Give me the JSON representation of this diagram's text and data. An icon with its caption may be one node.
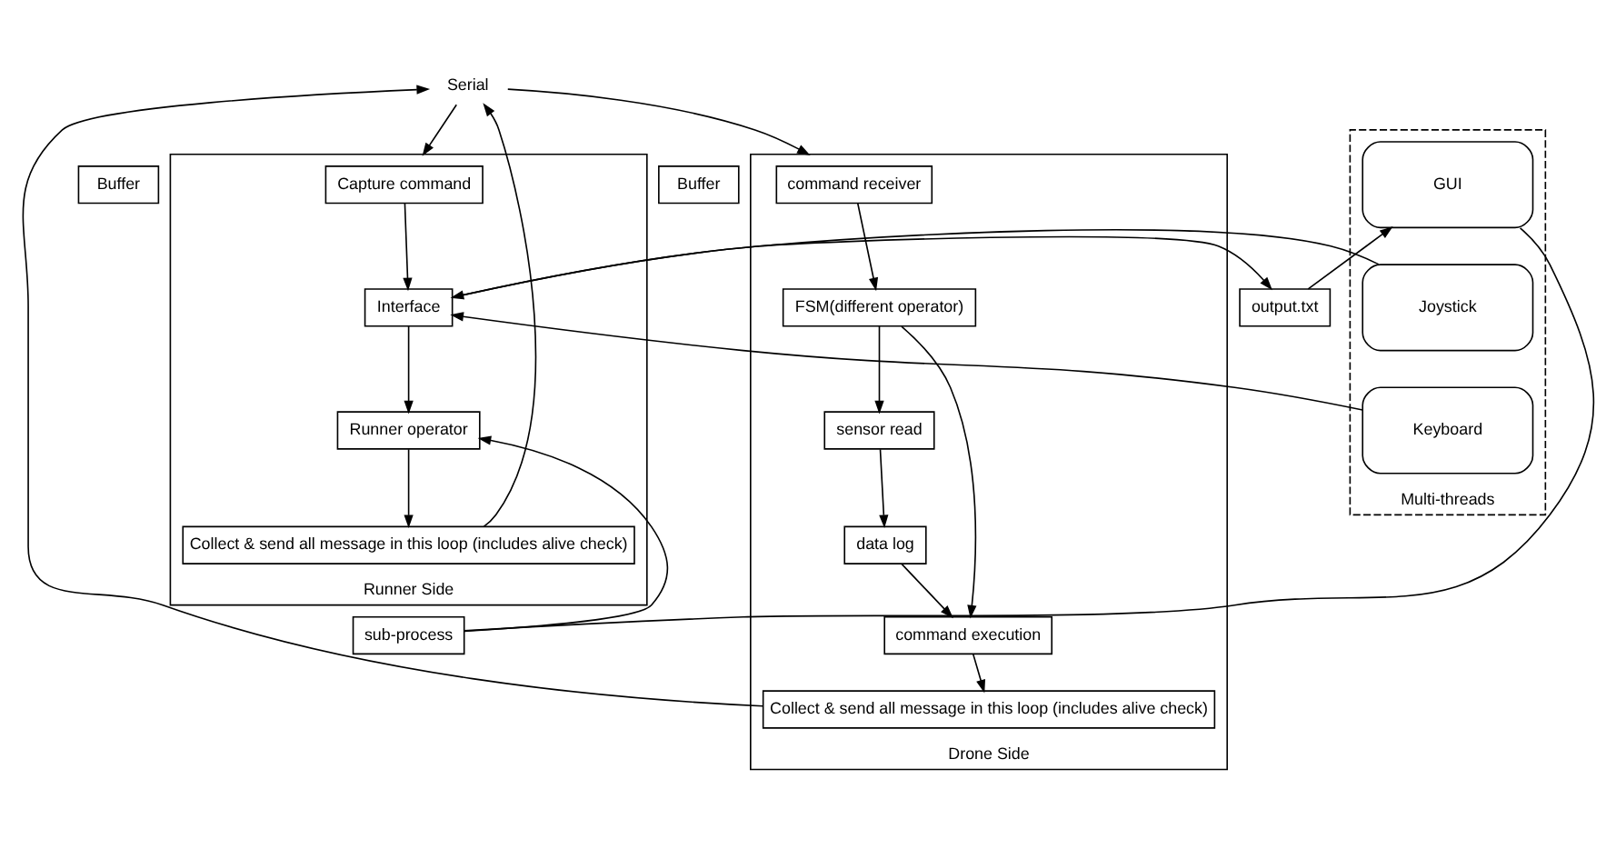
{
  "diagram": {
    "nodes": [
      {
        "text": [
          "Serial"
        ]
      },
      {
        "text": [
          "Drone Side"
        ]
      },
      {
        "text": [
          "Buffer"
        ]
      },
      {
        "text": [
          "command receiver"
        ],
        "in": 1
      },
      {
        "text": [
          "FSM(different operator)"
        ],
        "in": 1
      },
      {
        "text": [
          "sensor read"
        ],
        "in": 1
      },
      {
        "text": [
          "data log"
        ],
        "in": 1
      },
      {
        "text": [
          "command execution"
        ],
        "in": 1
      },
      {
        "text": [
          "Collect & send all message in this loop (includes alive check)"
        ],
        "in": 1
      },
      {
        "text": [
          "Runner Side"
        ]
      },
      {
        "text": [
          "Buffer"
        ]
      },
      {
        "text": [
          "Capture command"
        ],
        "in": 9
      },
      {
        "text": [
          "Interface"
        ],
        "in": 9
      },
      {
        "text": [
          "Runner operator"
        ],
        "in": 9
      },
      {
        "text": [
          "Collect & send all message in this loop (includes alive check)"
        ],
        "in": 9
      },
      {
        "text": [
          "output.txt"
        ]
      },
      {
        "text": [
          "Multi-threads"
        ]
      },
      {
        "text": [
          "GUI"
        ],
        "in": 16
      },
      {
        "text": [
          "Joystick"
        ],
        "in": 16
      },
      {
        "text": [
          "Keyboard"
        ],
        "in": 16
      },
      {
        "text": [
          "sub-process"
        ]
      }
    ],
    "edges": [
      {
        "from": 0,
        "to": 1,
        "arrow": "to"
      },
      {
        "from": 8,
        "to": 0,
        "arrow": "to"
      },
      {
        "from": 3,
        "to": 4,
        "arrow": "to"
      },
      {
        "from": 4,
        "to": 5,
        "arrow": "to"
      },
      {
        "from": 5,
        "to": 6,
        "arrow": "to"
      },
      {
        "from": 6,
        "to": 7,
        "arrow": "to"
      },
      {
        "from": 4,
        "to": 7,
        "arrow": "to"
      },
      {
        "from": 7,
        "to": 8,
        "arrow": "to"
      },
      {
        "from": 0,
        "to": 9,
        "arrow": "to"
      },
      {
        "from": 14,
        "to": 0,
        "arrow": "to"
      },
      {
        "from": 11,
        "to": 12,
        "arrow": "to"
      },
      {
        "from": 12,
        "to": 13,
        "arrow": "to"
      },
      {
        "from": 13,
        "to": 14,
        "arrow": "to"
      },
      {
        "from": 12,
        "to": 15,
        "arrow": "to"
      },
      {
        "from": 15,
        "to": 17,
        "arrow": "to"
      },
      {
        "from": 18,
        "to": 12,
        "arrow": "to"
      },
      {
        "from": 19,
        "to": 12,
        "arrow": "to"
      },
      {
        "from": 17,
        "to": 20,
        "arrow": "none"
      },
      {
        "from": 20,
        "to": 13,
        "arrow": "to"
      }
    ]
  }
}
